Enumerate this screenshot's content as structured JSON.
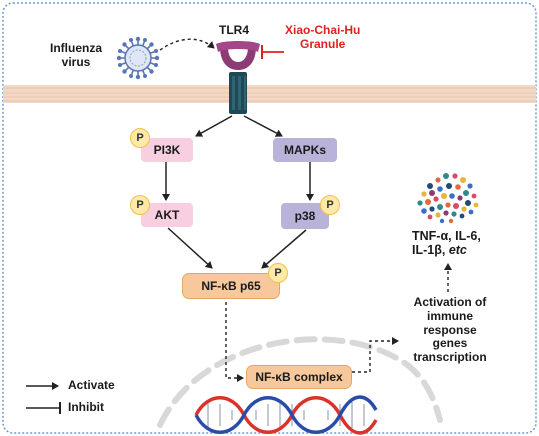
{
  "virus": {
    "label_line1": "Influenza",
    "label_line2": "virus"
  },
  "receptor": {
    "label": "TLR4"
  },
  "inhibitor": {
    "label_line1": "Xiao-Chai-Hu",
    "label_line2": "Granule",
    "color": "#e02020"
  },
  "nodes": {
    "pi3k": "PI3K",
    "mapks": "MAPKs",
    "akt": "AKT",
    "p38": "p38",
    "nfkb_p65": "NF-κB p65",
    "nfkb_complex": "NF-κB complex"
  },
  "phospho_badge": "P",
  "transcription": {
    "line1": "Activation of",
    "line2": "immune",
    "line3": "response",
    "line4": "genes",
    "line5": "transcription"
  },
  "cytokines": {
    "line1": "TNF-α,  IL-6,",
    "line2_main": "IL-1β, ",
    "line2_etc": "etc"
  },
  "legend": {
    "activate": "Activate",
    "inhibit": "Inhibit"
  },
  "colors": {
    "frame": "#6a9bd8",
    "membrane": "#f2d9c6",
    "receptor_head": "#8e3a74",
    "receptor_body": "#1f4a55",
    "pink_node": "#f8cfe0",
    "purple_node": "#b9b3d9",
    "orange_node": "#f6c89c",
    "dna_red": "#d9332b",
    "dna_blue": "#2a4ca8"
  },
  "icons": [
    "virus-icon",
    "tlr4-receptor-icon",
    "dna-helix-icon",
    "cytokine-cluster-icon",
    "phosphate-badge-icon"
  ]
}
